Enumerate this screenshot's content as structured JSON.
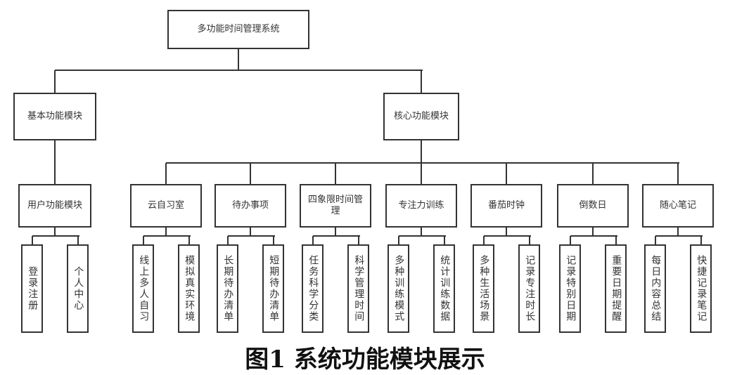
{
  "diagram": {
    "root": "多功能时间管理系统",
    "level1": [
      "基本功能模块",
      "核心功能模块"
    ],
    "basic_modules": [
      "用户功能模块"
    ],
    "core_modules": [
      "云自习室",
      "待办事项",
      "四象限时间管理",
      "专注力训练",
      "番茄时钟",
      "倒数日",
      "随心笔记"
    ],
    "leaves": [
      [
        "登录注册",
        "个人中心"
      ],
      [
        "线上多人自习",
        "模拟真实环境"
      ],
      [
        "长期待办清单",
        "短期待办清单"
      ],
      [
        "任务科学分类",
        "科学管理时间"
      ],
      [
        "多种训练模式",
        "统计训练数据"
      ],
      [
        "多种生活场景",
        "记录专注时长"
      ],
      [
        "记录特别日期",
        "重要日期提醒"
      ],
      [
        "每日内容总结",
        "快捷记录笔记"
      ]
    ]
  },
  "caption": "图1  系统功能模块展示"
}
